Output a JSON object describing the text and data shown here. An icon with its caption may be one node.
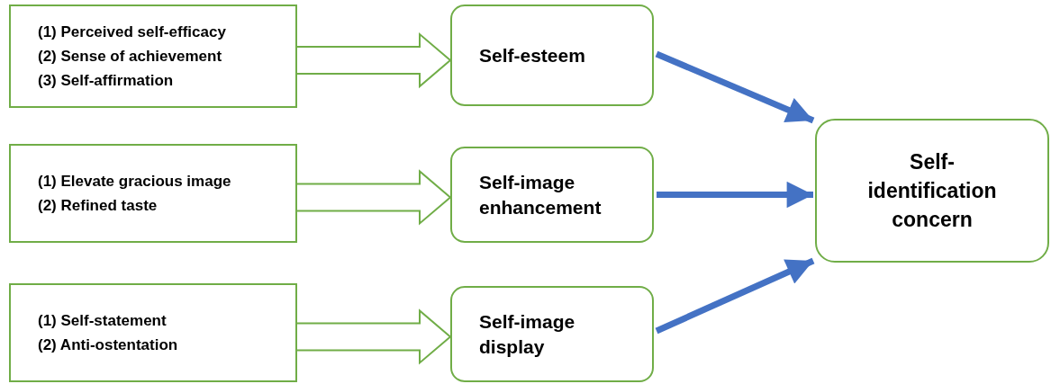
{
  "diagram": {
    "nodes": [
      {
        "text": [
          "(1) Perceived self-efficacy",
          "(2) Sense of achievement",
          "(3) Self-affirmation"
        ]
      },
      {
        "text": [
          "Self-esteem"
        ]
      },
      {
        "text": [
          "(1) Elevate gracious image",
          "(2) Refined taste"
        ]
      },
      {
        "text": [
          "Self-image enhancement"
        ]
      },
      {
        "text": [
          "(1) Self-statement",
          "(2) Anti-ostentation"
        ]
      },
      {
        "text": [
          "Self-image display"
        ]
      },
      {
        "text": [
          "Self-identification concern"
        ]
      }
    ],
    "edges": [
      {
        "from": 0,
        "to": 1,
        "arrow": "to",
        "style": "thick",
        "color": "#70ad47"
      },
      {
        "from": 2,
        "to": 3,
        "arrow": "to",
        "style": "thick",
        "color": "#70ad47"
      },
      {
        "from": 4,
        "to": 5,
        "arrow": "to",
        "style": "thick",
        "color": "#70ad47"
      },
      {
        "from": 1,
        "to": 6,
        "arrow": "to",
        "color": "#4472c4"
      },
      {
        "from": 3,
        "to": 6,
        "arrow": "to",
        "color": "#4472c4"
      },
      {
        "from": 5,
        "to": 6,
        "arrow": "to",
        "color": "#4472c4"
      }
    ]
  }
}
